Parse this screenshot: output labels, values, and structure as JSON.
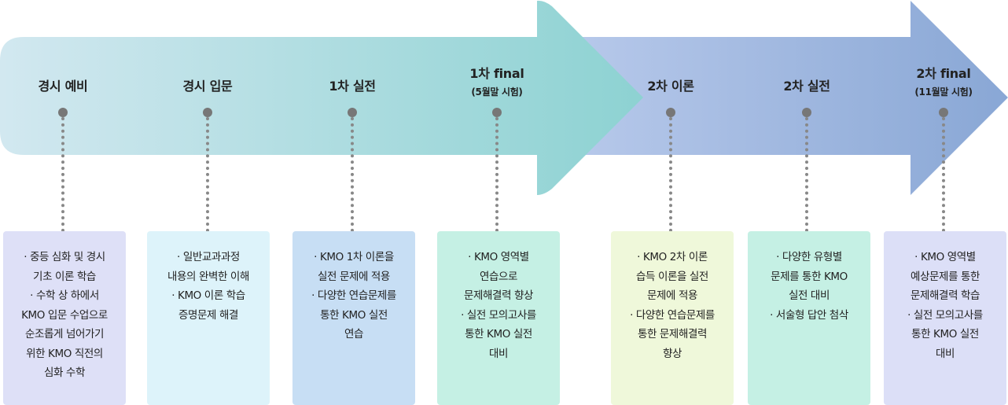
{
  "colors": {
    "arrow1_start": "#cfe6ee",
    "arrow1_end": "#8fd4d4",
    "arrow2_start": "#b8c8e8",
    "arrow2_end": "#8aa8d4",
    "dot": "#777777"
  },
  "stages": [
    {
      "title": "경시 예비",
      "subtitle": "",
      "card_color": "#dee0f7",
      "lines": [
        "· 중등 심화 및 경시",
        "기초 이론 학습",
        "· 수학 상 하에서",
        "KMO 입문 수업으로",
        "순조롭게 넘어가기",
        "위한 KMO 직전의",
        "심화 수학"
      ]
    },
    {
      "title": "경시 입문",
      "subtitle": "",
      "card_color": "#ddf3fa",
      "lines": [
        "· 일반교과과정",
        "내용의 완벽한 이해",
        "· KMO 이론 학습",
        "증명문제 해결"
      ]
    },
    {
      "title": "1차 실전",
      "subtitle": "",
      "card_color": "#c7def4",
      "lines": [
        "· KMO 1차 이론을",
        "실전 문제에 적용",
        "· 다양한 연습문제를",
        "통한 KMO 실전",
        "연습"
      ]
    },
    {
      "title": "1차 final",
      "subtitle": "(5월말 시험)",
      "card_color": "#c5f0e4",
      "lines": [
        "· KMO 영역별",
        "연습으로",
        "문제해결력 향상",
        "· 실전 모의고사를",
        "통한 KMO 실전",
        "대비"
      ]
    },
    {
      "title": "2차 이론",
      "subtitle": "",
      "card_color": "#eff8da",
      "lines": [
        "· KMO 2차 이론",
        "습득 이론을 실전",
        "문제에 적용",
        "· 다양한 연습문제를",
        "통한 문제해결력",
        "향상"
      ]
    },
    {
      "title": "2차 실전",
      "subtitle": "",
      "card_color": "#c5f0e4",
      "lines": [
        "· 다양한 유형별",
        "문제를 통한 KMO",
        "실전 대비",
        "· 서술형 답안 첨삭"
      ]
    },
    {
      "title": "2차 final",
      "subtitle": "(11월말 시험)",
      "card_color": "#dcdff7",
      "lines": [
        "· KMO 영역별",
        "예상문제를 통한",
        "문제해결력 학습",
        "· 실전 모의고사를",
        "통한 KMO 실전",
        "대비"
      ]
    }
  ]
}
